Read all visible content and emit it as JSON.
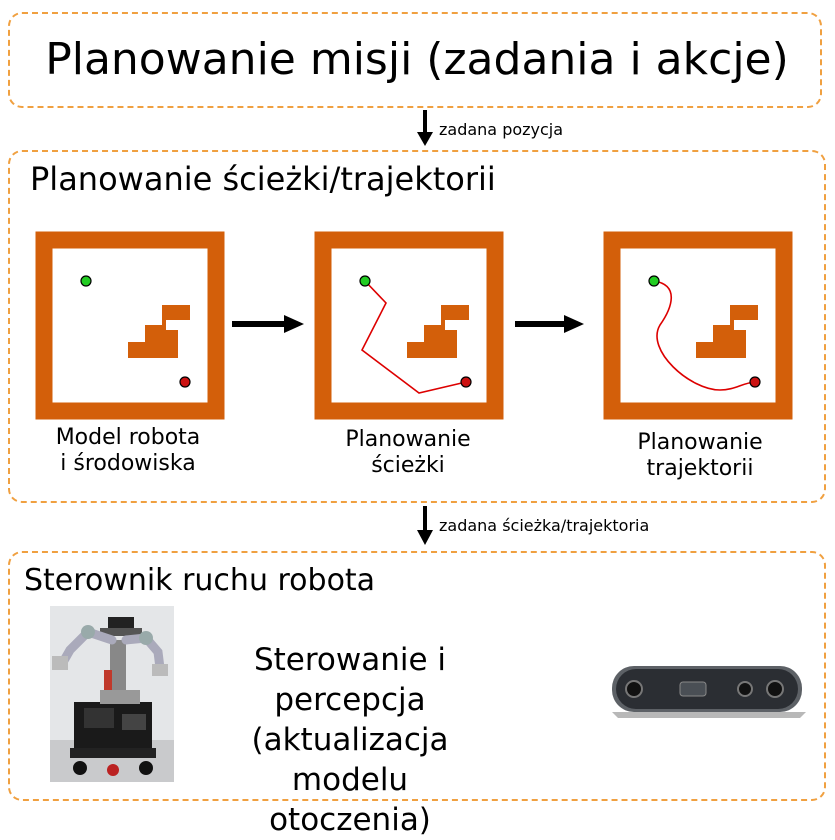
{
  "mission": {
    "title": "Planowanie misji (zadania i akcje)"
  },
  "arrows": {
    "to_path": "zadana pozycja",
    "to_control": "zadana ścieżka/trajektoria"
  },
  "path_planning": {
    "title": "Planowanie ścieżki/trajektorii",
    "panels": [
      {
        "caption_line1": "Model robota",
        "caption_line2": "i środowiska"
      },
      {
        "caption_line1": "Planowanie",
        "caption_line2": "ścieżki"
      },
      {
        "caption_line1": "Planowanie",
        "caption_line2": "trajektorii"
      }
    ]
  },
  "control": {
    "title": "Sterownik ruchu robota",
    "text_line1": "Sterowanie i percepcja",
    "text_line2": "(aktualizacja modelu",
    "text_line3": "otoczenia)"
  },
  "colors": {
    "wall": "#d35f0a",
    "start": "#22cc22",
    "goal": "#cc1111",
    "path": "#dd0000",
    "border": "#f0a040"
  }
}
